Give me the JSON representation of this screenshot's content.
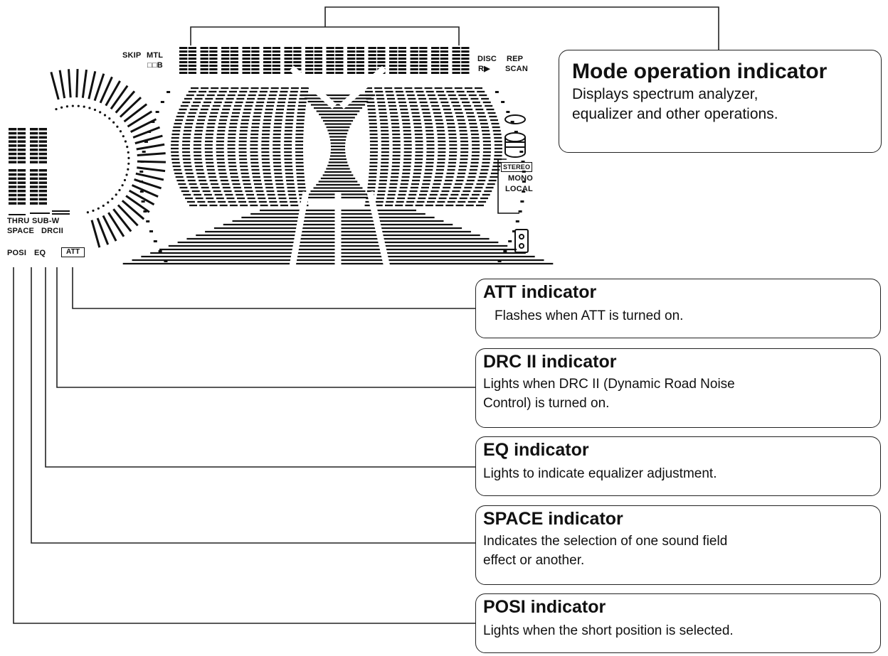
{
  "display_labels": {
    "skip": "SKIP",
    "mtl": "MTL",
    "b_mark": "□□B",
    "disc": "DISC",
    "rep": "REP",
    "rp": "R▶",
    "scan": "SCAN",
    "stereo": "STEREO",
    "mono": "MONO",
    "local": "LOCAL",
    "thru": "THRU",
    "sub_w": "SUB-W",
    "space": "SPACE",
    "drcii": "DRCII",
    "posi": "POSI",
    "eq": "EQ",
    "att": "ATT"
  },
  "callouts": {
    "mode": {
      "title": "Mode operation indicator",
      "desc_lines": [
        "Displays spectrum analyzer,",
        "equalizer and other operations."
      ]
    },
    "att": {
      "title": "ATT indicator",
      "desc_lines": [
        "Flashes when ATT is turned on."
      ]
    },
    "drc": {
      "title": "DRC II indicator",
      "desc_lines": [
        "Lights when DRC II (Dynamic Road Noise",
        "Control) is turned on."
      ]
    },
    "eq": {
      "title": "EQ indicator",
      "desc_lines": [
        "Lights to indicate equalizer adjustment."
      ]
    },
    "space": {
      "title": "SPACE indicator",
      "desc_lines": [
        "Indicates the selection of one sound field",
        "effect or another."
      ]
    },
    "posi": {
      "title": "POSI indicator",
      "desc_lines": [
        "Lights when the short position is selected."
      ]
    }
  }
}
